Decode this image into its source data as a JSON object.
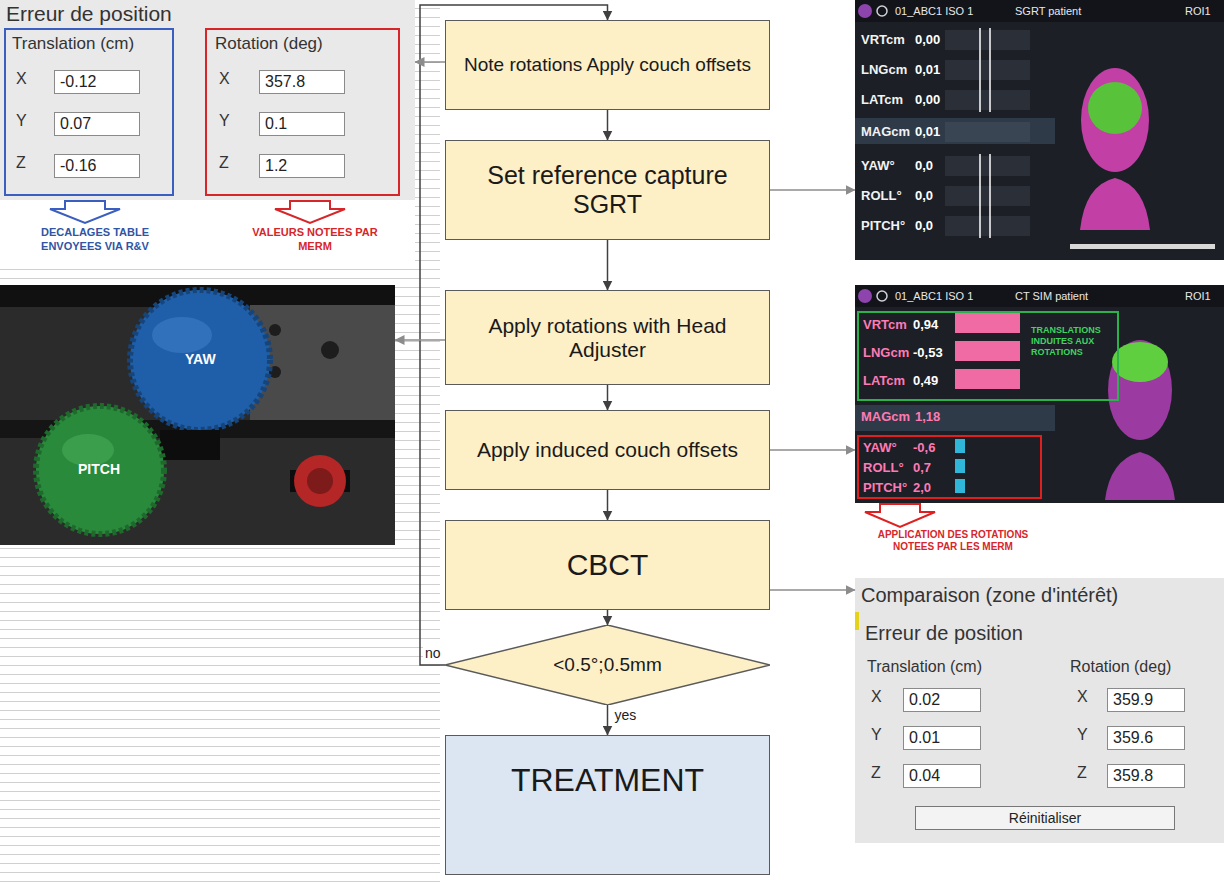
{
  "diagram": {
    "nodes": [
      {
        "text": [
          "Note rotations Apply couch offsets"
        ]
      },
      {
        "text": [
          "Set reference capture SGRT"
        ]
      },
      {
        "text": [
          "Apply rotations with Head Adjuster"
        ]
      },
      {
        "text": [
          "Apply induced couch offsets"
        ]
      },
      {
        "text": [
          "CBCT"
        ]
      },
      {
        "text": [
          "<0.5°;0.5mm"
        ]
      },
      {
        "text": [
          "TREATMENT"
        ]
      },
      {
        "text": [
          "Erreur de position",
          "DECALAGES TABLE ENVOYEES VIA R&V",
          "VALEURS NOTEES PAR MERM"
        ]
      },
      {
        "text": [
          "Translation (cm)",
          "X",
          "-0.12",
          "Y",
          "0.07",
          "Z",
          "-0.16"
        ],
        "in": 7
      },
      {
        "text": [
          "Rotation (deg)",
          "X",
          "357.8",
          "Y",
          "0.1",
          "Z",
          "1.2"
        ],
        "in": 7
      },
      {
        "text": [
          "YAW",
          "PITCH"
        ]
      },
      {
        "text": [
          "01_ABC1 ISO 1",
          "SGRT patient",
          "ROI1",
          "VRTcm",
          "0,00",
          "LNGcm",
          "0,01",
          "LATcm",
          "0,00",
          "MAGcm",
          "0,01",
          "YAW°",
          "0,0",
          "ROLL°",
          "0,0",
          "PITCH°",
          "0,0"
        ]
      },
      {
        "text": [
          "01_ABC1 ISO 1",
          "CT SIM patient",
          "ROI1",
          "MAGcm",
          "1,18",
          "APPLICATION DES ROTATIONS NOTEES PAR LES MERM"
        ]
      },
      {
        "text": [
          "VRTcm",
          "0,94",
          "LNGcm",
          "-0,53",
          "LATcm",
          "0,49",
          "TRANSLATIONS INDUITES AUX ROTATIONS"
        ],
        "in": 12
      },
      {
        "text": [
          "YAW°",
          "-0,6",
          "ROLL°",
          "0,7",
          "PITCH°",
          "2,0"
        ],
        "in": 12
      },
      {
        "text": [
          "Comparaison (zone d'intérêt)",
          "Erreur de position",
          "Translation (cm)",
          "Rotation (deg)",
          "X",
          "0.02",
          "Y",
          "0.01",
          "Z",
          "0.04",
          "X",
          "359.9",
          "Y",
          "359.6",
          "Z",
          "359.8",
          "Réinitialiser"
        ]
      }
    ],
    "edges": [
      {
        "from": 5,
        "to": 0,
        "arrow": "to",
        "label": "no"
      },
      {
        "from": 0,
        "to": 1,
        "arrow": "to"
      },
      {
        "from": 1,
        "to": 2,
        "arrow": "to"
      },
      {
        "from": 2,
        "to": 3,
        "arrow": "to"
      },
      {
        "from": 3,
        "to": 4,
        "arrow": "to"
      },
      {
        "from": 4,
        "to": 5,
        "arrow": "to"
      },
      {
        "from": 5,
        "to": 6,
        "arrow": "to",
        "label": "yes"
      },
      {
        "from": 0,
        "to": 7,
        "arrow": "to"
      },
      {
        "from": 1,
        "to": 11,
        "arrow": "to"
      },
      {
        "from": 2,
        "to": 10,
        "arrow": "to"
      },
      {
        "from": 3,
        "to": 12,
        "arrow": "to"
      },
      {
        "from": 4,
        "to": 15,
        "arrow": "to"
      }
    ]
  }
}
